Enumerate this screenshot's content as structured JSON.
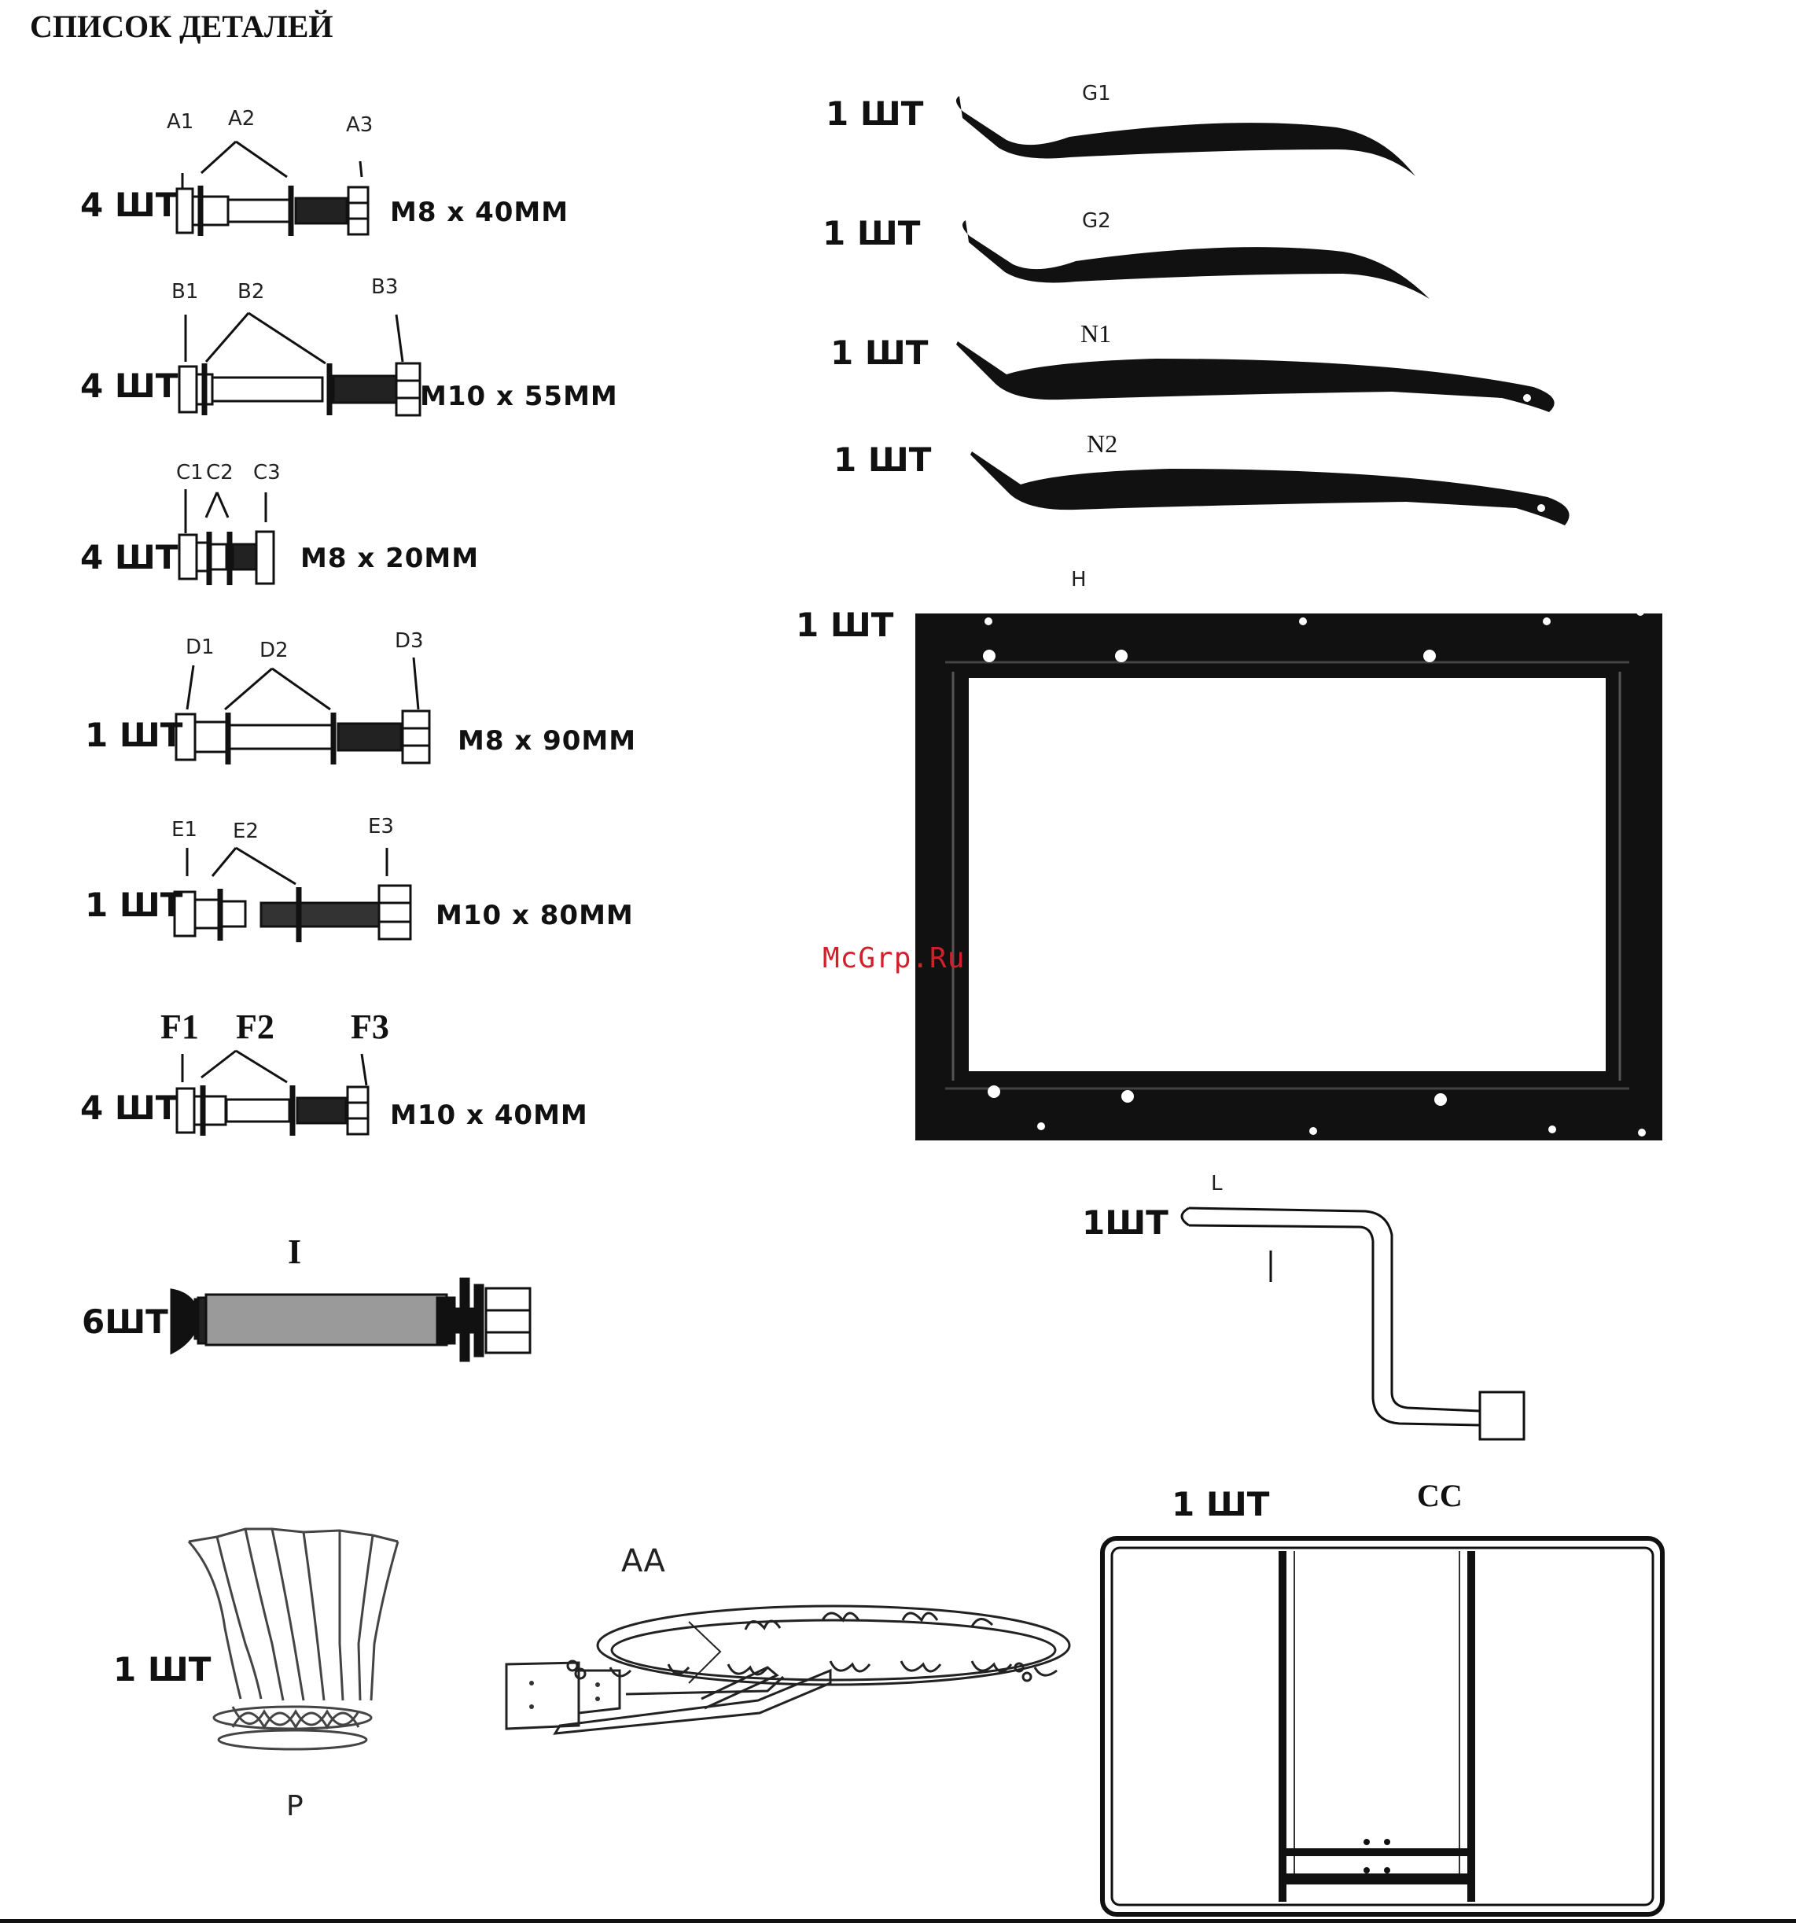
{
  "title": "СПИСОК ДЕТАЛЕЙ",
  "watermark": "McGrp.Ru",
  "bolts": [
    {
      "id": "A",
      "qty": "4 ШТ",
      "labels": [
        "A1",
        "A2",
        "A3"
      ],
      "size": "M8 x 40MM"
    },
    {
      "id": "B",
      "qty": "4 ШТ",
      "labels": [
        "B1",
        "B2",
        "B3"
      ],
      "size": "M10 x 55MM"
    },
    {
      "id": "C",
      "qty": "4 ШТ",
      "labels": [
        "C1",
        "C2",
        "C3"
      ],
      "size": "M8 x 20MM"
    },
    {
      "id": "D",
      "qty": "1 ШТ",
      "labels": [
        "D1",
        "D2",
        "D3"
      ],
      "size": "M8 x 90MM"
    },
    {
      "id": "E",
      "qty": "1 ШТ",
      "labels": [
        "E1",
        "E2",
        "E3"
      ],
      "size": "M10 x 80MM"
    },
    {
      "id": "F",
      "qty": "4 ШТ",
      "labels": [
        "F1",
        "F2",
        "F3"
      ],
      "size": "M10 x 40MM"
    }
  ],
  "braces": [
    {
      "id": "G1",
      "qty": "1 ШТ"
    },
    {
      "id": "G2",
      "qty": "1 ШТ"
    },
    {
      "id": "N1",
      "qty": "1 ШТ"
    },
    {
      "id": "N2",
      "qty": "1 ШТ"
    }
  ],
  "frame": {
    "id": "H",
    "qty": "1 ШТ"
  },
  "spacer": {
    "id": "I",
    "qty": "6ШТ"
  },
  "crank": {
    "id": "L",
    "qty": "1ШТ"
  },
  "net": {
    "id": "P",
    "qty": "1 ШТ"
  },
  "rim": {
    "id": "AA"
  },
  "backboard": {
    "id": "CC",
    "qty": "1 ШТ"
  }
}
